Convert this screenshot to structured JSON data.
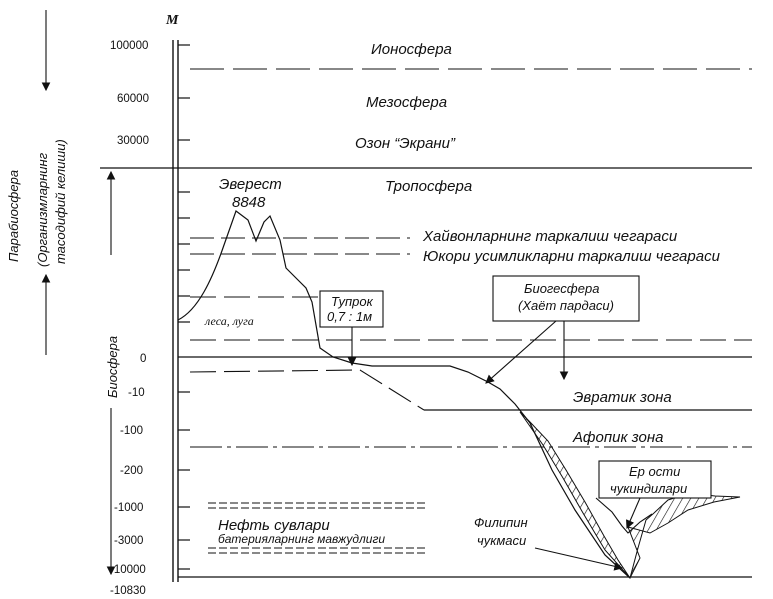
{
  "axis_unit": "М",
  "ticks": [
    {
      "label": "100000"
    },
    {
      "label": "60000"
    },
    {
      "label": "30000"
    },
    {
      "label": "0"
    },
    {
      "label": "-10"
    },
    {
      "label": "-100"
    },
    {
      "label": "-200"
    },
    {
      "label": "-1000"
    },
    {
      "label": "-3000"
    },
    {
      "label": "-10000"
    },
    {
      "label": "-10830"
    }
  ],
  "layers": {
    "ionosphere": "Ионосфера",
    "mesosphere": "Мезосфера",
    "ozone": "Озон “Экрани”",
    "troposphere": "Тропосфера"
  },
  "everest": {
    "name": "Эверест",
    "height": "8848"
  },
  "limits": {
    "animals": "Хайвонларнинг таркалиш чегараси",
    "plants": "Юкори усимликларни таркалиш чегараси"
  },
  "forests": "леса, луга",
  "soil": {
    "line1": "Тупрок",
    "line2": "0,7 : 1м"
  },
  "biogeosphere": {
    "line1": "Биогесфера",
    "line2": "(Хаёт пардаси)"
  },
  "zones": {
    "euratic": "Эвратик зона",
    "aphotic": "Афопик зона"
  },
  "rifts": {
    "line1": "Ер ости",
    "line2": "чукиндилари"
  },
  "philippine": {
    "line1": "Филипин",
    "line2": "чукмаси"
  },
  "oil": {
    "line1": "Нефть сувлари",
    "line2": "батерияларнинг мавжудлиги"
  },
  "side": {
    "parabiosphere": "Парабиосфера",
    "parab_sub1": "(Организмларнинг",
    "parab_sub2": "тасодифий келиши)",
    "biosphere": "Биосфера"
  }
}
